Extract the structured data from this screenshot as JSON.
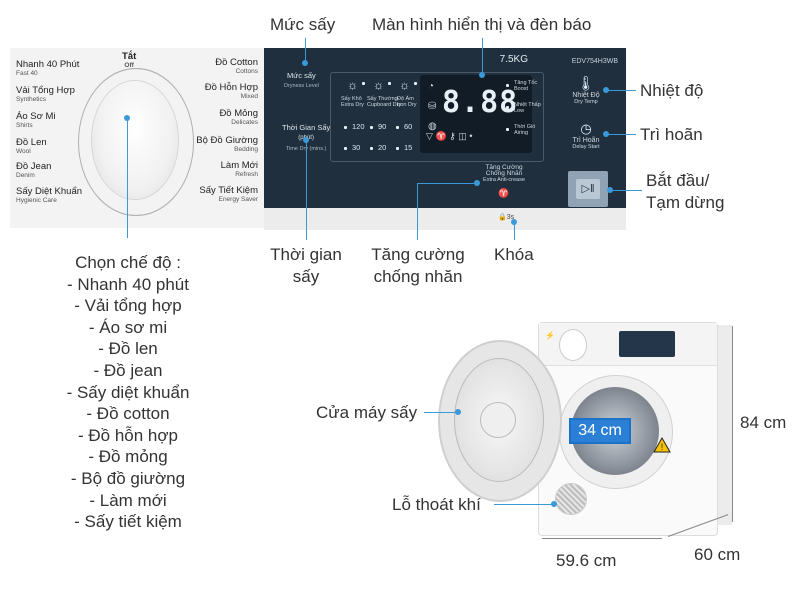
{
  "annotations": {
    "dry_level": "Mức sấy",
    "display_lights": "Màn hình hiển thị và đèn báo",
    "temperature": "Nhiệt độ",
    "delay": "Trì hoãn",
    "start_pause_line1": "Bắt đầu/",
    "start_pause_line2": "Tạm dừng",
    "dry_time_line1": "Thời gian",
    "dry_time_line2": "sấy",
    "anti_crease_line1": "Tăng cường",
    "anti_crease_line2": "chống nhăn",
    "lock": "Khóa",
    "door": "Cửa máy sấy",
    "vent": "Lỗ thoát khí"
  },
  "modes_list": {
    "title": "Chọn chế độ :",
    "items": [
      "- Nhanh 40 phút",
      "- Vải tổng hợp",
      "- Áo sơ mi",
      "- Đồ len",
      "- Đồ jean",
      "- Sấy diệt khuẩn",
      "- Đồ cotton",
      "- Đồ hỗn hợp",
      "- Đồ mỏng",
      "- Bộ đồ giường",
      "- Làm mới",
      "- Sấy tiết kiệm"
    ]
  },
  "dial": {
    "off_label": "Tắt",
    "off_sub": "Off",
    "left": [
      {
        "label": "Nhanh 40 Phút",
        "sub": "Fast 40"
      },
      {
        "label": "Vải Tổng Hợp",
        "sub": "Synthetics"
      },
      {
        "label": "Áo Sơ Mi",
        "sub": "Shirts"
      },
      {
        "label": "Đồ Len",
        "sub": "Wool"
      },
      {
        "label": "Đồ Jean",
        "sub": "Denim"
      },
      {
        "label": "Sấy Diệt Khuẩn",
        "sub": "Hygienic Care"
      }
    ],
    "right": [
      {
        "label": "Đồ Cotton",
        "sub": "Cottons"
      },
      {
        "label": "Đồ Hỗn Hợp",
        "sub": "Mixed"
      },
      {
        "label": "Đồ Mỏng",
        "sub": "Delicates"
      },
      {
        "label": "Bộ Đồ Giường",
        "sub": "Bedding"
      },
      {
        "label": "Làm Mới",
        "sub": "Refresh"
      },
      {
        "label": "Sấy Tiết Kiệm",
        "sub": "Energy Saver"
      }
    ]
  },
  "panel": {
    "capacity": "7.5KG",
    "model": "EDV754H3WB",
    "dry_level_label": "Mức sấy",
    "dry_level_sub": "Dryness Level",
    "dry_time_label": "Thời Gian Sấy",
    "dry_time_unit": "(phút)",
    "dry_time_sub": "Time Dry (mins.)",
    "levels": [
      "Sấy Khô",
      "Sấy Thường",
      "Độ Ẩm"
    ],
    "levels_sub": [
      "Extra Dry",
      "Cupboard Dry",
      "Iron Dry"
    ],
    "times": [
      "120",
      "90",
      "60",
      "30",
      "20",
      "15"
    ],
    "display_value": "8.88",
    "indicators": [
      {
        "label": "Tăng Tốc",
        "sub": "Boost"
      },
      {
        "label": "Nhiệt Thấp",
        "sub": "Low"
      },
      {
        "label": "Thời Gió",
        "sub": "Airing"
      }
    ],
    "anti_crease_label": "Tăng Cường",
    "anti_crease_label2": "Chống Nhăn",
    "anti_crease_sub": "Extra Anti-crease",
    "temp_label": "Nhiệt Độ",
    "temp_sub": "Dry Temp",
    "delay_label": "Trì Hoãn",
    "delay_sub": "Delay Start",
    "lock_text": "3s"
  },
  "dimensions": {
    "door_opening": "34 cm",
    "height": "84 cm",
    "width": "59.6 cm",
    "depth": "60 cm"
  },
  "colors": {
    "accent_line": "#3a9ad9",
    "panel_dark": "#1f2f3e",
    "dimension_box": "#1a73c9"
  }
}
